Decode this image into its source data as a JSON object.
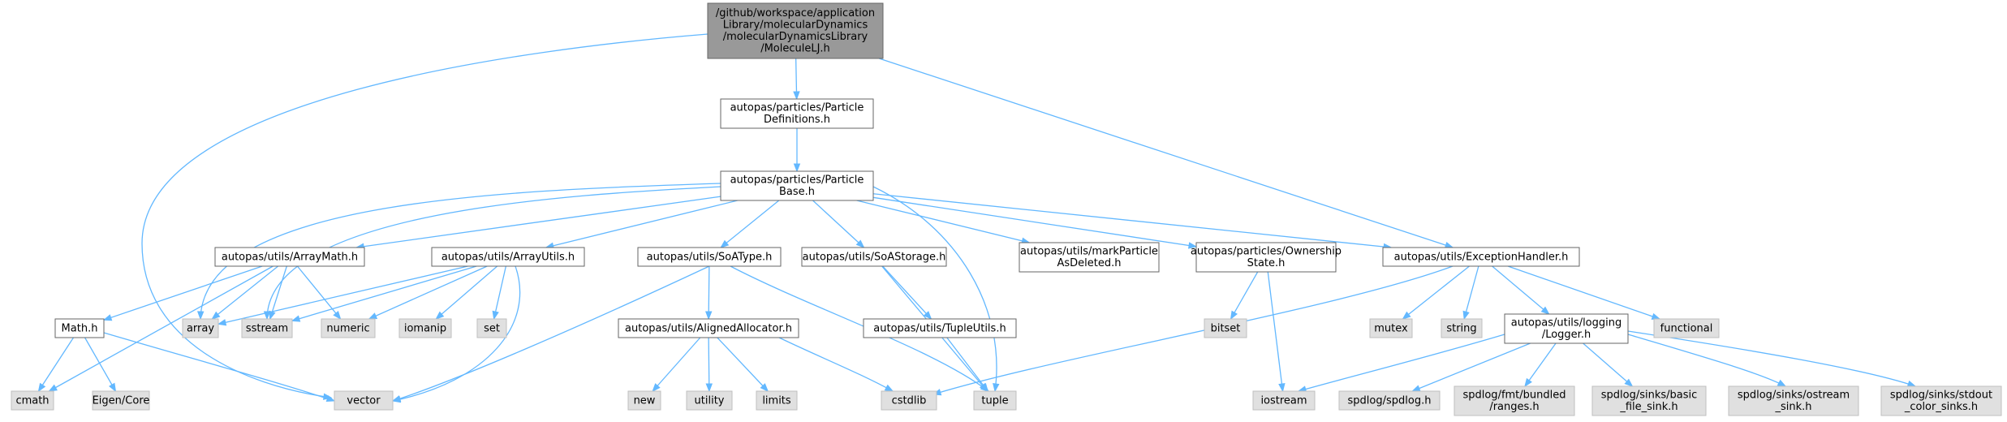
{
  "diagram": {
    "type": "include-dependency-graph",
    "nodes": [
      {
        "id": "root",
        "kind": "root",
        "lines": [
          "/github/workspace/application",
          "Library/molecularDynamics",
          "/molecularDynamicsLibrary",
          "/MoleculeLJ.h"
        ]
      },
      {
        "id": "particleDefinitions",
        "kind": "local",
        "lines": [
          "autopas/particles/Particle",
          "Definitions.h"
        ]
      },
      {
        "id": "particleBase",
        "kind": "local",
        "lines": [
          "autopas/particles/Particle",
          "Base.h"
        ]
      },
      {
        "id": "arrayMath",
        "kind": "local",
        "lines": [
          "autopas/utils/ArrayMath.h"
        ]
      },
      {
        "id": "arrayUtils",
        "kind": "local",
        "lines": [
          "autopas/utils/ArrayUtils.h"
        ]
      },
      {
        "id": "soaType",
        "kind": "local",
        "lines": [
          "autopas/utils/SoAType.h"
        ]
      },
      {
        "id": "soaStorage",
        "kind": "local",
        "lines": [
          "autopas/utils/SoAStorage.h"
        ]
      },
      {
        "id": "markParticle",
        "kind": "local",
        "lines": [
          "autopas/utils/markParticle",
          "AsDeleted.h"
        ]
      },
      {
        "id": "ownershipState",
        "kind": "local",
        "lines": [
          "autopas/particles/Ownership",
          "State.h"
        ]
      },
      {
        "id": "exceptionHandler",
        "kind": "local",
        "lines": [
          "autopas/utils/ExceptionHandler.h"
        ]
      },
      {
        "id": "mathH",
        "kind": "local",
        "lines": [
          "Math.h"
        ]
      },
      {
        "id": "alignedAllocator",
        "kind": "local",
        "lines": [
          "autopas/utils/AlignedAllocator.h"
        ]
      },
      {
        "id": "tupleUtils",
        "kind": "local",
        "lines": [
          "autopas/utils/TupleUtils.h"
        ]
      },
      {
        "id": "logger",
        "kind": "local",
        "lines": [
          "autopas/utils/logging",
          "/Logger.h"
        ]
      },
      {
        "id": "array",
        "kind": "system",
        "lines": [
          "array"
        ]
      },
      {
        "id": "sstream",
        "kind": "system",
        "lines": [
          "sstream"
        ]
      },
      {
        "id": "numeric",
        "kind": "system",
        "lines": [
          "numeric"
        ]
      },
      {
        "id": "iomanip",
        "kind": "system",
        "lines": [
          "iomanip"
        ]
      },
      {
        "id": "set",
        "kind": "system",
        "lines": [
          "set"
        ]
      },
      {
        "id": "bitset",
        "kind": "system",
        "lines": [
          "bitset"
        ]
      },
      {
        "id": "mutex",
        "kind": "system",
        "lines": [
          "mutex"
        ]
      },
      {
        "id": "string",
        "kind": "system",
        "lines": [
          "string"
        ]
      },
      {
        "id": "functional",
        "kind": "system",
        "lines": [
          "functional"
        ]
      },
      {
        "id": "cmath",
        "kind": "system",
        "lines": [
          "cmath"
        ]
      },
      {
        "id": "eigenCore",
        "kind": "system",
        "lines": [
          "Eigen/Core"
        ]
      },
      {
        "id": "vector",
        "kind": "system",
        "lines": [
          "vector"
        ]
      },
      {
        "id": "newH",
        "kind": "system",
        "lines": [
          "new"
        ]
      },
      {
        "id": "utility",
        "kind": "system",
        "lines": [
          "utility"
        ]
      },
      {
        "id": "limits",
        "kind": "system",
        "lines": [
          "limits"
        ]
      },
      {
        "id": "cstdlib",
        "kind": "system",
        "lines": [
          "cstdlib"
        ]
      },
      {
        "id": "tuple",
        "kind": "system",
        "lines": [
          "tuple"
        ]
      },
      {
        "id": "iostream",
        "kind": "system",
        "lines": [
          "iostream"
        ]
      },
      {
        "id": "spdlog",
        "kind": "system",
        "lines": [
          "spdlog/spdlog.h"
        ]
      },
      {
        "id": "fmtRanges",
        "kind": "system",
        "lines": [
          "spdlog/fmt/bundled",
          "/ranges.h"
        ]
      },
      {
        "id": "basicFileSink",
        "kind": "system",
        "lines": [
          "spdlog/sinks/basic",
          "_file_sink.h"
        ]
      },
      {
        "id": "ostreamSink",
        "kind": "system",
        "lines": [
          "spdlog/sinks/ostream",
          "_sink.h"
        ]
      },
      {
        "id": "stdoutColorSinks",
        "kind": "system",
        "lines": [
          "spdlog/sinks/stdout",
          "_color_sinks.h"
        ]
      }
    ],
    "edges": [
      [
        "root",
        "particleDefinitions"
      ],
      [
        "root",
        "vector"
      ],
      [
        "root",
        "exceptionHandler"
      ],
      [
        "particleDefinitions",
        "particleBase"
      ],
      [
        "particleBase",
        "array"
      ],
      [
        "particleBase",
        "arrayMath"
      ],
      [
        "particleBase",
        "sstream"
      ],
      [
        "particleBase",
        "arrayUtils"
      ],
      [
        "particleBase",
        "soaType"
      ],
      [
        "particleBase",
        "soaStorage"
      ],
      [
        "particleBase",
        "tuple"
      ],
      [
        "particleBase",
        "markParticle"
      ],
      [
        "particleBase",
        "ownershipState"
      ],
      [
        "particleBase",
        "exceptionHandler"
      ],
      [
        "arrayMath",
        "cmath"
      ],
      [
        "arrayMath",
        "mathH"
      ],
      [
        "arrayMath",
        "array"
      ],
      [
        "arrayMath",
        "sstream"
      ],
      [
        "arrayMath",
        "numeric"
      ],
      [
        "arrayUtils",
        "array"
      ],
      [
        "arrayUtils",
        "sstream"
      ],
      [
        "arrayUtils",
        "numeric"
      ],
      [
        "arrayUtils",
        "iomanip"
      ],
      [
        "arrayUtils",
        "set"
      ],
      [
        "arrayUtils",
        "vector"
      ],
      [
        "mathH",
        "cmath"
      ],
      [
        "mathH",
        "eigenCore"
      ],
      [
        "mathH",
        "vector"
      ],
      [
        "soaType",
        "alignedAllocator"
      ],
      [
        "soaType",
        "vector"
      ],
      [
        "soaType",
        "tuple"
      ],
      [
        "alignedAllocator",
        "newH"
      ],
      [
        "alignedAllocator",
        "utility"
      ],
      [
        "alignedAllocator",
        "limits"
      ],
      [
        "alignedAllocator",
        "cstdlib"
      ],
      [
        "soaStorage",
        "tupleUtils"
      ],
      [
        "soaStorage",
        "tuple"
      ],
      [
        "tupleUtils",
        "tuple"
      ],
      [
        "ownershipState",
        "bitset"
      ],
      [
        "ownershipState",
        "iostream"
      ],
      [
        "exceptionHandler",
        "mutex"
      ],
      [
        "exceptionHandler",
        "string"
      ],
      [
        "exceptionHandler",
        "logger"
      ],
      [
        "exceptionHandler",
        "functional"
      ],
      [
        "exceptionHandler",
        "cstdlib"
      ],
      [
        "logger",
        "iostream"
      ],
      [
        "logger",
        "spdlog"
      ],
      [
        "logger",
        "fmtRanges"
      ],
      [
        "logger",
        "basicFileSink"
      ],
      [
        "logger",
        "ostreamSink"
      ],
      [
        "logger",
        "stdoutColorSinks"
      ]
    ]
  }
}
